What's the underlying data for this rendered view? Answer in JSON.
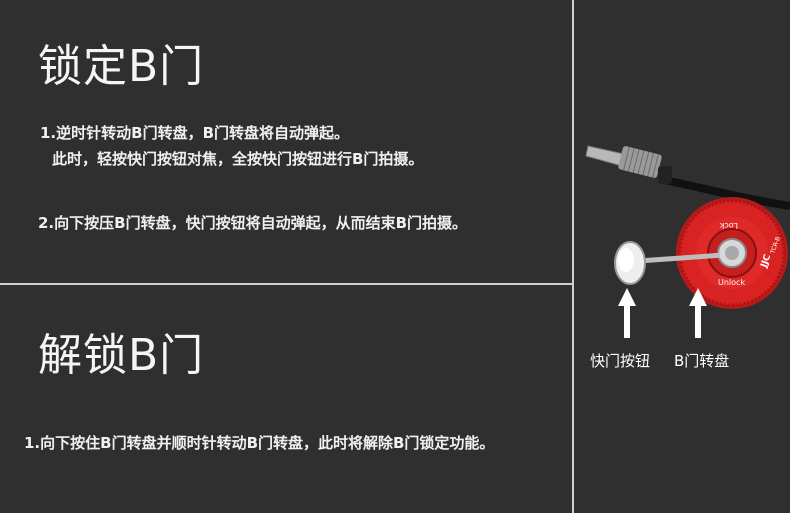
{
  "lock": {
    "title": "锁定B门",
    "step1_line1": "1.逆时针转动B门转盘，B门转盘将自动弹起。",
    "step1_line2": "此时，轻按快门按钮对焦，全按快门按钮进行B门拍摄。",
    "step2": "2.向下按压B门转盘，快门按钮将自动弹起，从而结束B门拍摄。"
  },
  "unlock": {
    "title": "解锁B门",
    "step1": "1.向下按住B门转盘并顺时针转动B门转盘，此时将解除B门锁定功能。"
  },
  "product": {
    "shutter_button_label": "快门按钮",
    "b_dial_label": "B门转盘",
    "dial_text_brand": "JJC",
    "dial_text_model": "TCR-B",
    "dial_text_lock": "Lock",
    "dial_text_unlock": "Unlock",
    "dial_color": "#d92222"
  }
}
